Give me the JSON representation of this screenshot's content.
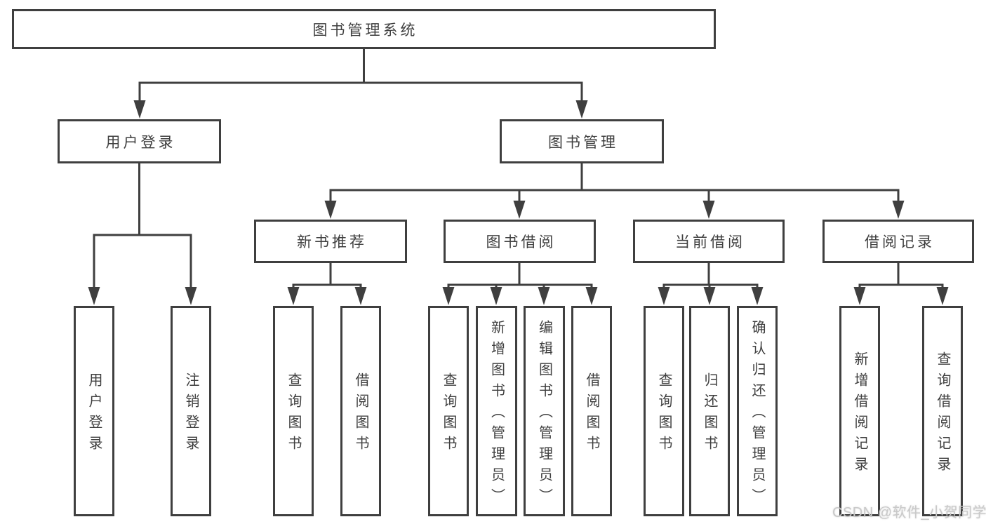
{
  "title": "图书管理系统",
  "watermark": "CSDN @软件_小贺同学",
  "colors": {
    "line": "#3f3f3f",
    "text": "#3f3f3f",
    "background": "#ffffff",
    "watermark": "#c9c9c9"
  },
  "nodes": {
    "root": "图书管理系统",
    "user_login": "用户登录",
    "book_mgmt": "图书管理",
    "new_book_rec": "新书推荐",
    "book_borrow": "图书借阅",
    "current_borrow": "当前借阅",
    "borrow_record": "借阅记录",
    "ul_login": "用户登录",
    "ul_logout": "注销登录",
    "nbr_query": "查询图书",
    "nbr_borrow": "借阅图书",
    "bb_query": "查询图书",
    "bb_add": "新增图书（管理员）",
    "bb_edit": "编辑图书（管理员）",
    "bb_borrow": "借阅图书",
    "cb_query": "查询图书",
    "cb_return": "归还图书",
    "cb_confirm": "确认归还（管理员）",
    "br_add": "新增借阅记录",
    "br_query": "查询借阅记录"
  },
  "hierarchy": {
    "图书管理系统": {
      "用户登录": [
        "用户登录",
        "注销登录"
      ],
      "图书管理": {
        "新书推荐": [
          "查询图书",
          "借阅图书"
        ],
        "图书借阅": [
          "查询图书",
          "新增图书（管理员）",
          "编辑图书（管理员）",
          "借阅图书"
        ],
        "当前借阅": [
          "查询图书",
          "归还图书",
          "确认归还（管理员）"
        ],
        "借阅记录": [
          "新增借阅记录",
          "查询借阅记录"
        ]
      }
    }
  }
}
